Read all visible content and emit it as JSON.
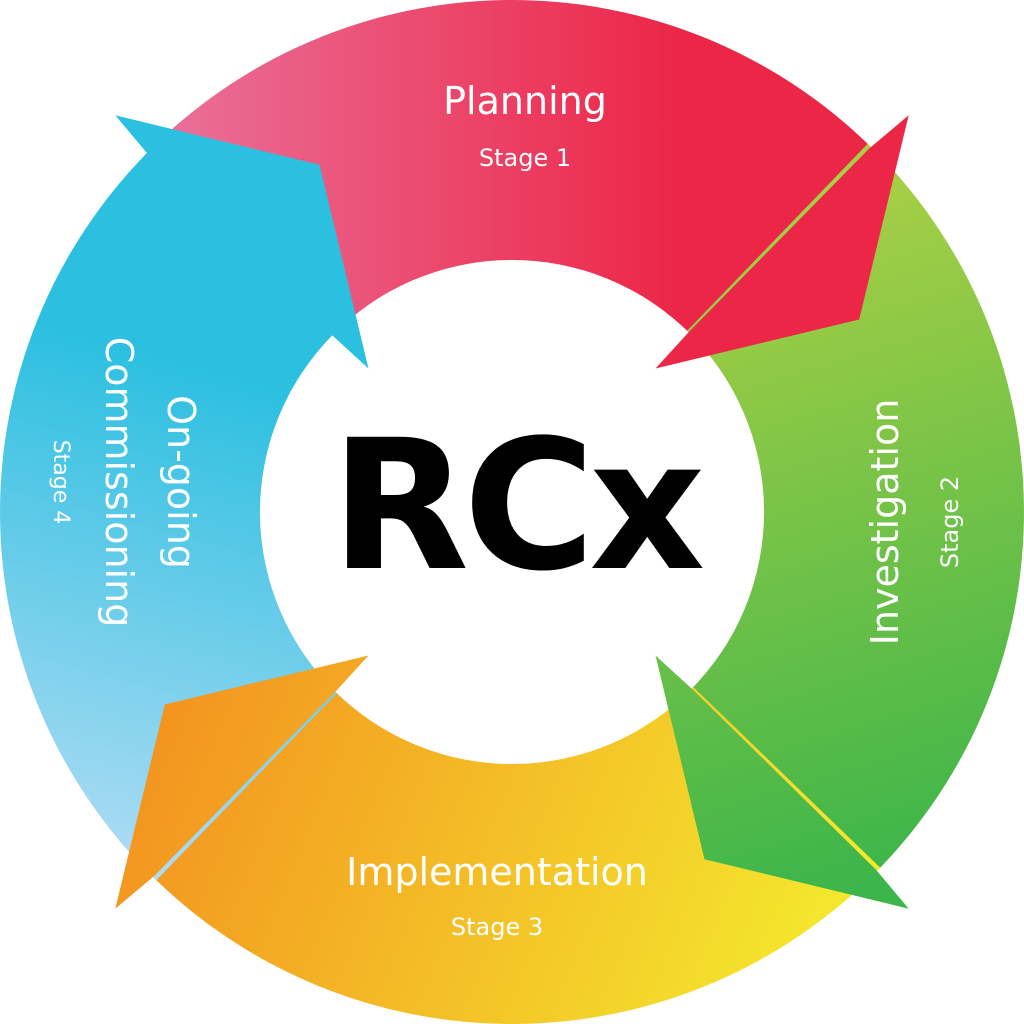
{
  "center_label": "RCx",
  "stages": [
    {
      "title": "Planning",
      "stage": "Stage 1",
      "color_start": "#ea6f98",
      "color_end": "#ec2647"
    },
    {
      "title": "Investigation",
      "stage": "Stage 2",
      "color_start": "#a9cf45",
      "color_end": "#3cb54a"
    },
    {
      "title": "Implementation",
      "stage": "Stage 3",
      "color_start": "#f39220",
      "color_end": "#f4ea2e"
    },
    {
      "title_line1": "On-going",
      "title_line2": "Commissioning",
      "stage": "Stage 4",
      "color_start": "#2bbfe0",
      "color_end": "#b0dcf4"
    }
  ]
}
